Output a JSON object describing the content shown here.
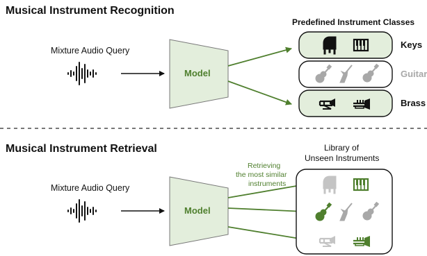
{
  "recognition": {
    "title": "Musical Instrument Recognition",
    "query_label": "Mixture Audio Query",
    "model_label": "Model",
    "classes_title": "Predefined Instrument Classes",
    "classes": [
      {
        "label": "Keys",
        "status": "selected"
      },
      {
        "label": "Guitar",
        "status": "not-selected"
      },
      {
        "label": "Brass",
        "status": "selected"
      }
    ]
  },
  "retrieval": {
    "title": "Musical Instrument Retrieval",
    "query_label": "Mixture Audio Query",
    "model_label": "Model",
    "library_title_line1": "Library of",
    "library_title_line2": "Unseen Instruments",
    "retrieving_line1": "Retrieving",
    "retrieving_line2": "the most similar",
    "retrieving_line3": "instruments"
  },
  "colors": {
    "accent_green": "#4f7f2e",
    "box_fill": "#e3eedc",
    "box_stroke": "#707070",
    "inactive_grey": "#a8a8a8"
  }
}
